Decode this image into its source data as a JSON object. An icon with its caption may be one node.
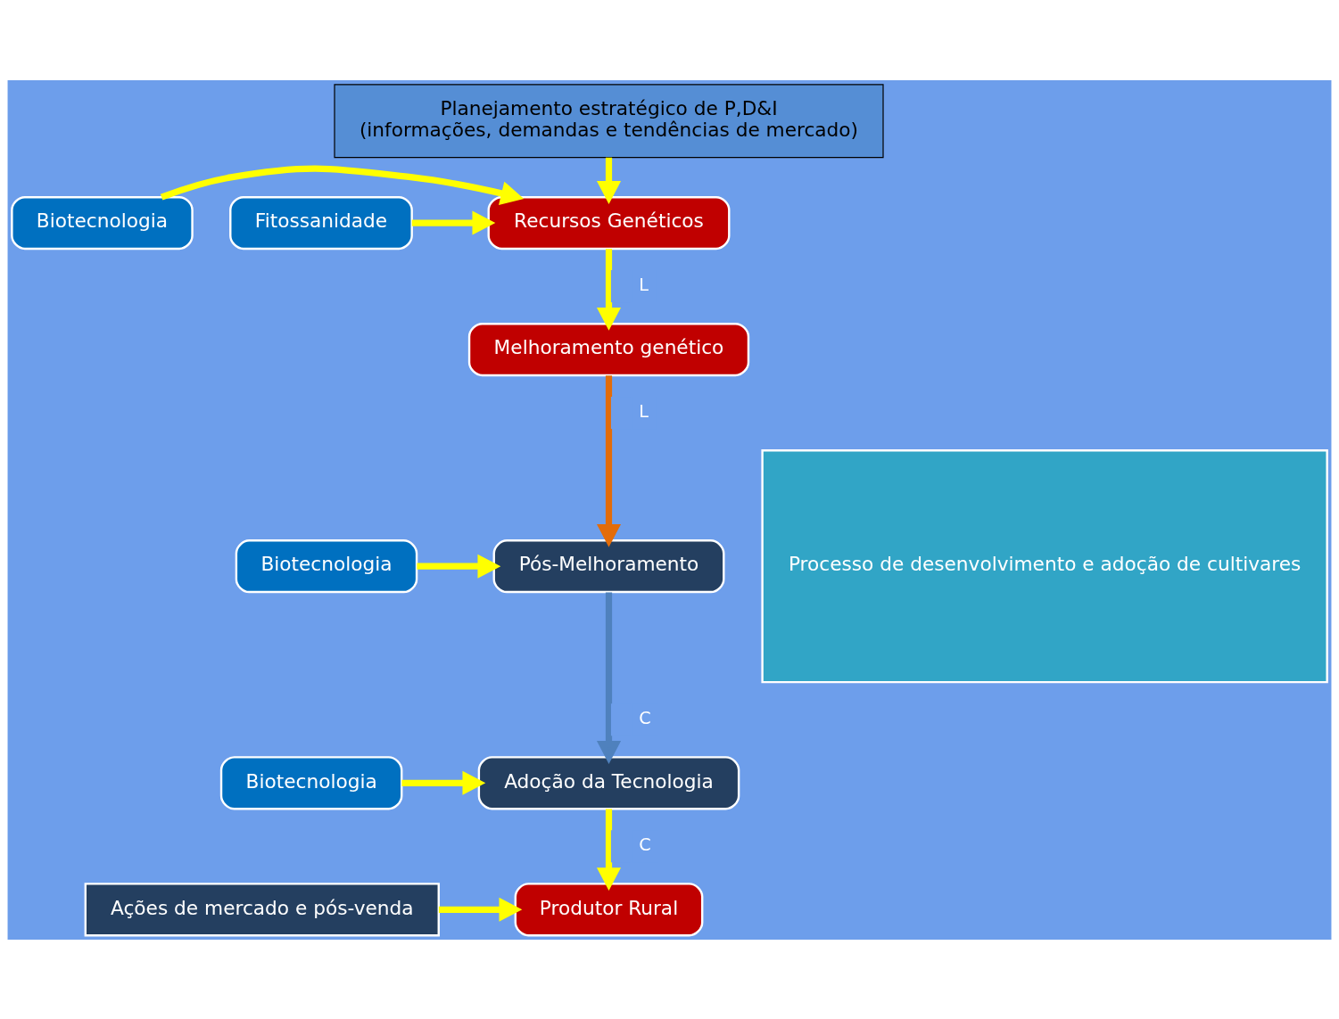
{
  "diagram": {
    "nodes": [
      {
        "text": [
          "Planejamento estratégico de P,D&I",
          "(informações, demandas e tendências de mercado)"
        ]
      },
      {
        "text": [
          "Recursos Genéticos"
        ]
      },
      {
        "text": [
          "Biotecnologia"
        ]
      },
      {
        "text": [
          "Fitossanidade"
        ]
      },
      {
        "text": [
          "Melhoramento genético"
        ]
      },
      {
        "text": [
          "Biotecnologia"
        ]
      },
      {
        "text": [
          "Pós-Melhoramento"
        ]
      },
      {
        "text": [
          "Adoção da Tecnologia"
        ]
      },
      {
        "text": [
          "Biotecnologia"
        ]
      },
      {
        "text": [
          "Processo de desenvolvimento e adoção de cultivares"
        ]
      },
      {
        "text": [
          "Ações de mercado e pós-venda"
        ]
      },
      {
        "text": [
          "Produtor Rural"
        ]
      }
    ],
    "edges": [
      {
        "from": 0,
        "to": 1,
        "arrow": "to"
      },
      {
        "from": 2,
        "to": 1,
        "arrow": "to"
      },
      {
        "from": 3,
        "to": 1,
        "arrow": "to"
      },
      {
        "from": 1,
        "to": 4,
        "arrow": "to",
        "label": "L"
      },
      {
        "from": 4,
        "to": 6,
        "arrow": "to",
        "label": "L",
        "color": "#e36c09"
      },
      {
        "from": 5,
        "to": 6,
        "arrow": "to"
      },
      {
        "from": 6,
        "to": 7,
        "arrow": "to",
        "label": "C",
        "color": "#4f81bd"
      },
      {
        "from": 8,
        "to": 7,
        "arrow": "to"
      },
      {
        "from": 7,
        "to": 11,
        "arrow": "to",
        "label": "C"
      },
      {
        "from": 10,
        "to": 11,
        "arrow": "to"
      }
    ]
  }
}
